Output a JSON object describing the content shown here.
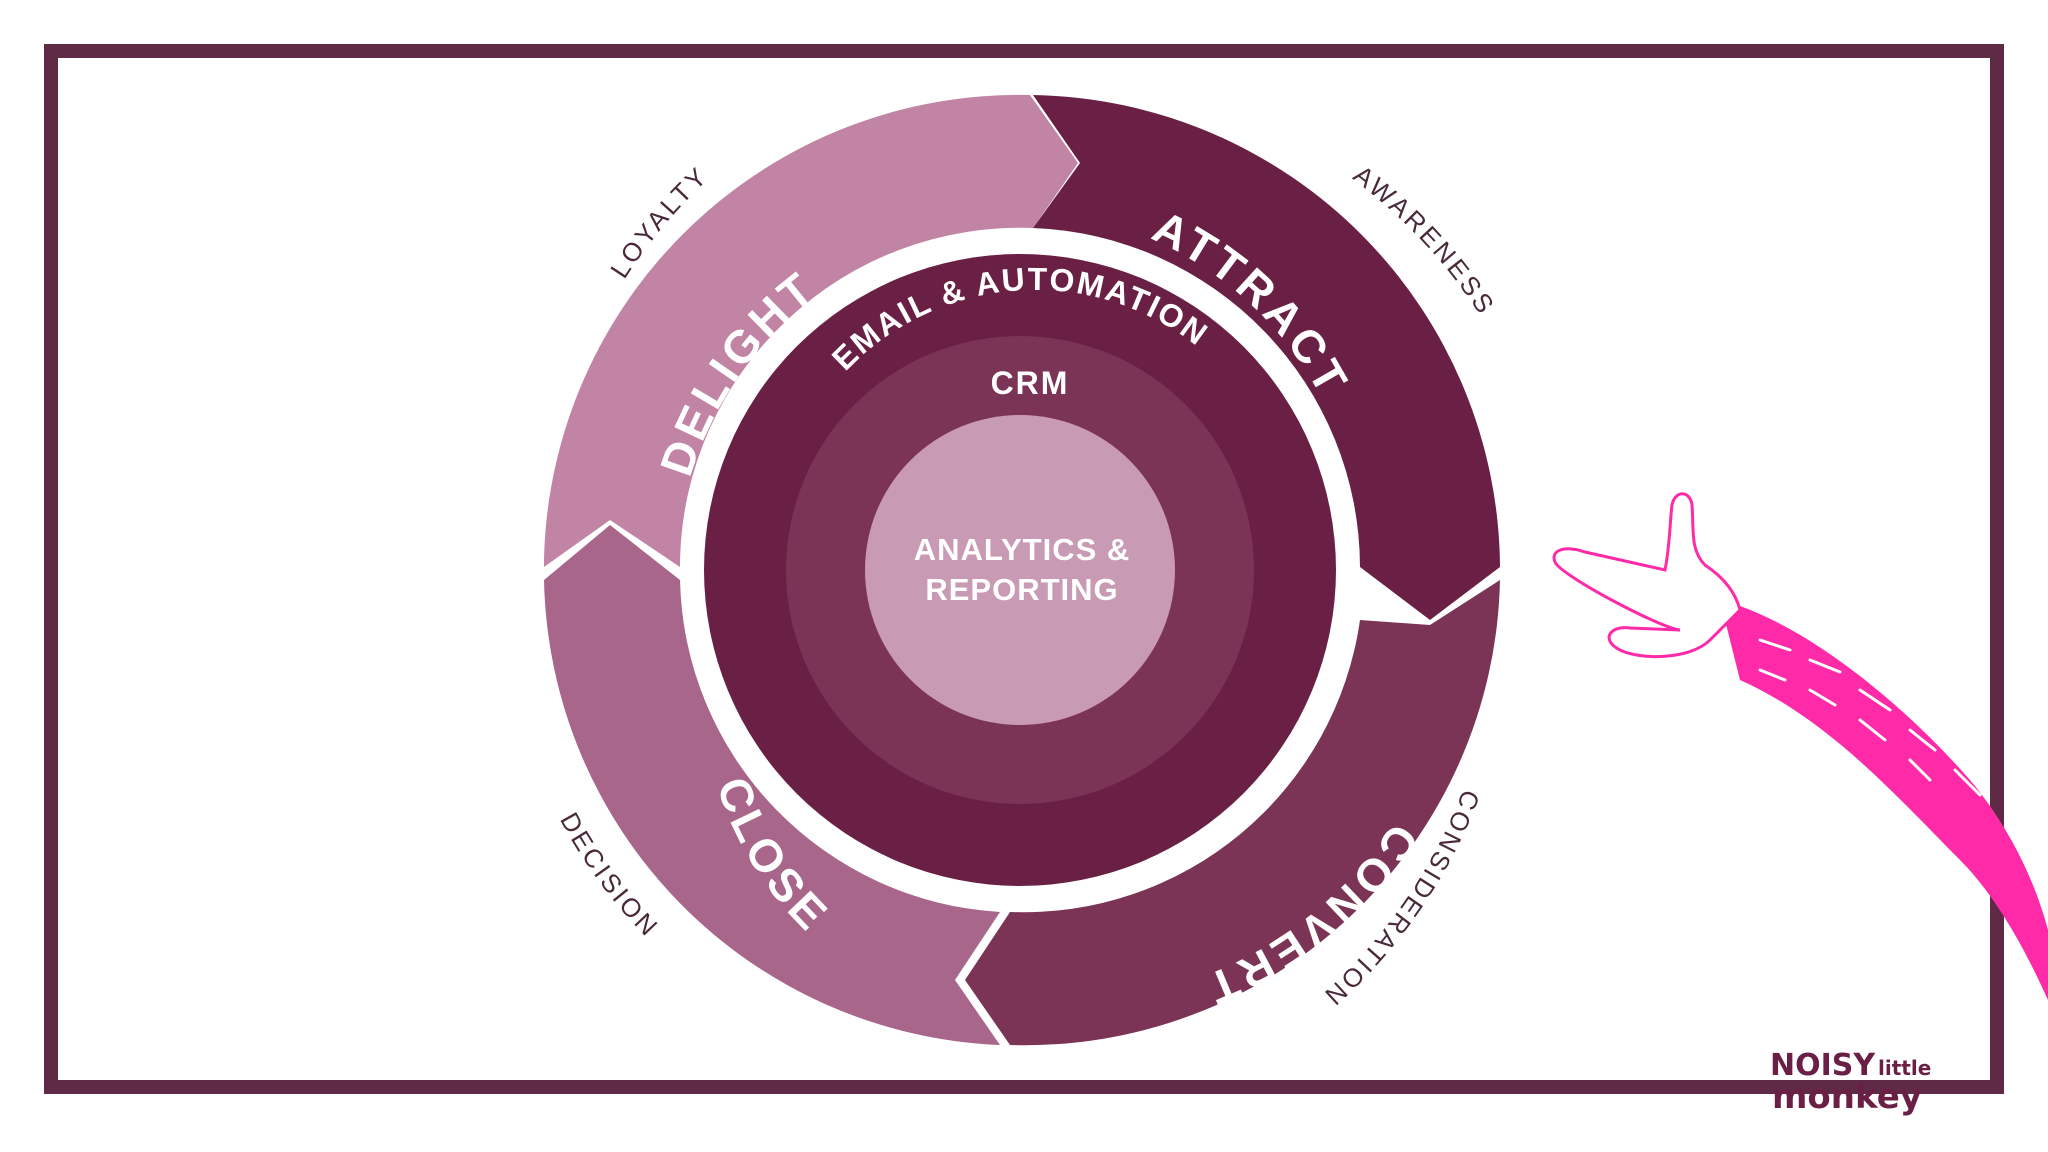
{
  "colors": {
    "frame": "#5e2a45",
    "attract": "#6a2044",
    "convert": "#7b3356",
    "close": "#a8668a",
    "delight": "#c284a5",
    "email_automation": "#6a2044",
    "crm": "#7b3356",
    "analytics": "#c89ab4",
    "hand": "#ff2aa8",
    "label_outer": "#4a2a3a",
    "label_light": "#ffffff"
  },
  "stages": {
    "attract": "ATTRACT",
    "convert": "CONVERT",
    "close": "CLOSE",
    "delight": "DELIGHT"
  },
  "outer_labels": {
    "awareness": "AWARENESS",
    "consideration": "CONSIDERATION",
    "decision": "DECISION",
    "loyalty": "LOYALTY"
  },
  "inner": {
    "email_automation": "EMAIL & AUTOMATION",
    "crm": "CRM",
    "analytics_line1": "ANALYTICS &",
    "analytics_line2": "REPORTING"
  },
  "logo": {
    "noisy": "NOISY",
    "little": "little",
    "monkey": "monkey"
  }
}
